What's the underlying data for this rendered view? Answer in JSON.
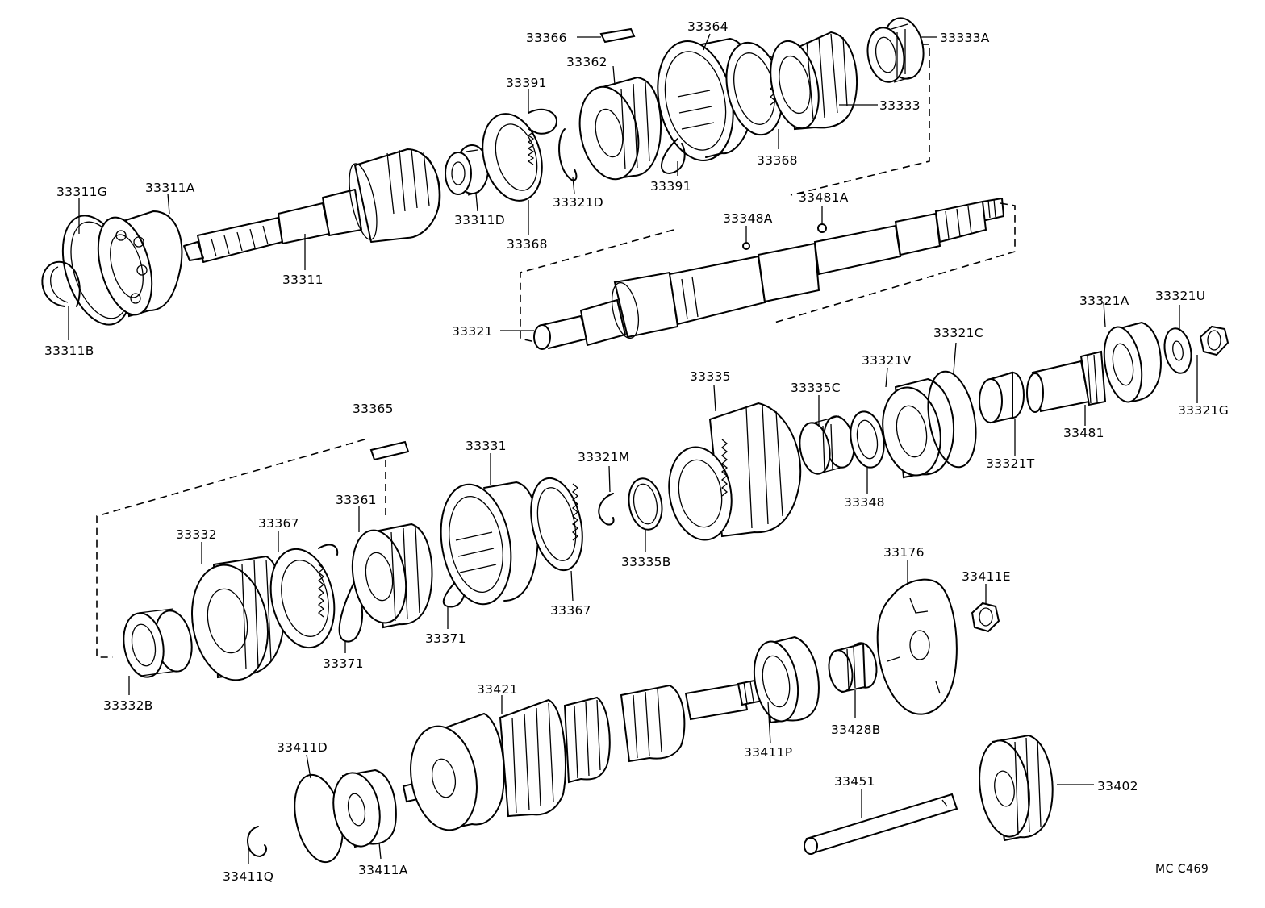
{
  "diagram": {
    "drawing_code": "MC  C469",
    "parts": [
      {
        "id": "p1",
        "label": "33366"
      },
      {
        "id": "p2",
        "label": "33364"
      },
      {
        "id": "p3",
        "label": "33362"
      },
      {
        "id": "p4",
        "label": "33333A"
      },
      {
        "id": "p5",
        "label": "33391"
      },
      {
        "id": "p6",
        "label": "33333"
      },
      {
        "id": "p7",
        "label": "33368"
      },
      {
        "id": "p8",
        "label": "33391"
      },
      {
        "id": "p9",
        "label": "33311G"
      },
      {
        "id": "p10",
        "label": "33311A"
      },
      {
        "id": "p11",
        "label": "33311D"
      },
      {
        "id": "p12",
        "label": "33321D"
      },
      {
        "id": "p13",
        "label": "33481A"
      },
      {
        "id": "p14",
        "label": "33348A"
      },
      {
        "id": "p15",
        "label": "33368"
      },
      {
        "id": "p16",
        "label": "33311"
      },
      {
        "id": "p17",
        "label": "33311B"
      },
      {
        "id": "p18",
        "label": "33321"
      },
      {
        "id": "p19",
        "label": "33321A"
      },
      {
        "id": "p20",
        "label": "33321U"
      },
      {
        "id": "p21",
        "label": "33321C"
      },
      {
        "id": "p22",
        "label": "33335"
      },
      {
        "id": "p23",
        "label": "33321V"
      },
      {
        "id": "p24",
        "label": "33335C"
      },
      {
        "id": "p25",
        "label": "33365"
      },
      {
        "id": "p26",
        "label": "33321G"
      },
      {
        "id": "p27",
        "label": "33481"
      },
      {
        "id": "p28",
        "label": "33331"
      },
      {
        "id": "p29",
        "label": "33321M"
      },
      {
        "id": "p30",
        "label": "33321T"
      },
      {
        "id": "p31",
        "label": "33361"
      },
      {
        "id": "p32",
        "label": "33348"
      },
      {
        "id": "p33",
        "label": "33332"
      },
      {
        "id": "p34",
        "label": "33367"
      },
      {
        "id": "p35",
        "label": "33176"
      },
      {
        "id": "p36",
        "label": "33335B"
      },
      {
        "id": "p37",
        "label": "33411E"
      },
      {
        "id": "p38",
        "label": "33367"
      },
      {
        "id": "p39",
        "label": "33371"
      },
      {
        "id": "p40",
        "label": "33371"
      },
      {
        "id": "p41",
        "label": "33332B"
      },
      {
        "id": "p42",
        "label": "33421"
      },
      {
        "id": "p43",
        "label": "33411D"
      },
      {
        "id": "p44",
        "label": "33428B"
      },
      {
        "id": "p45",
        "label": "33411P"
      },
      {
        "id": "p46",
        "label": "33451"
      },
      {
        "id": "p47",
        "label": "33402"
      },
      {
        "id": "p48",
        "label": "33411Q"
      },
      {
        "id": "p49",
        "label": "33411A"
      }
    ]
  }
}
